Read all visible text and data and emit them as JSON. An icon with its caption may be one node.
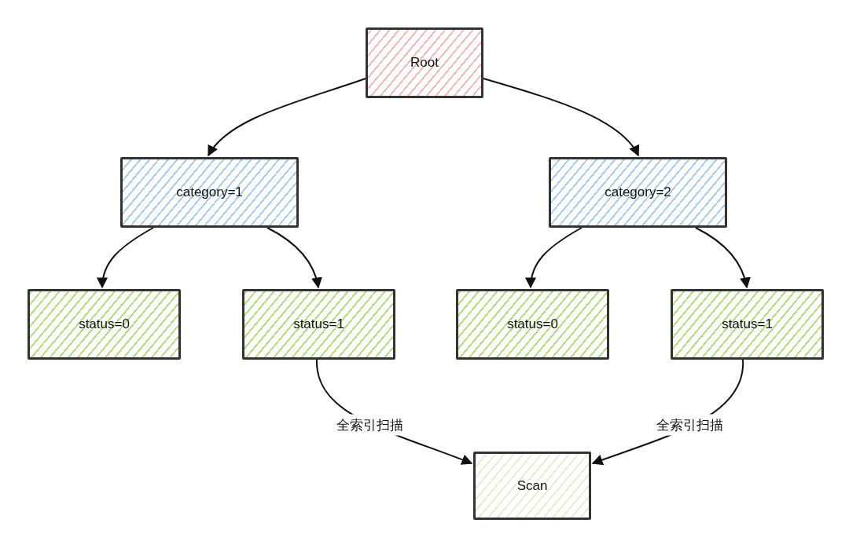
{
  "diagram": {
    "nodes": [
      {
        "text": [
          "Root"
        ]
      },
      {
        "text": [
          "category=1"
        ]
      },
      {
        "text": [
          "category=2"
        ]
      },
      {
        "text": [
          "status=0"
        ]
      },
      {
        "text": [
          "status=1"
        ]
      },
      {
        "text": [
          "status=0"
        ]
      },
      {
        "text": [
          "status=1"
        ]
      },
      {
        "text": [
          "Scan"
        ]
      }
    ],
    "edges": [
      {
        "from": 0,
        "to": 1,
        "arrow": "to"
      },
      {
        "from": 0,
        "to": 2,
        "arrow": "to"
      },
      {
        "from": 1,
        "to": 3,
        "arrow": "to"
      },
      {
        "from": 1,
        "to": 4,
        "arrow": "to"
      },
      {
        "from": 2,
        "to": 5,
        "arrow": "to"
      },
      {
        "from": 2,
        "to": 6,
        "arrow": "to"
      },
      {
        "from": 4,
        "to": 7,
        "arrow": "to",
        "label": "全索引扫描"
      },
      {
        "from": 6,
        "to": 7,
        "arrow": "to",
        "label": "全索引扫描"
      }
    ]
  }
}
